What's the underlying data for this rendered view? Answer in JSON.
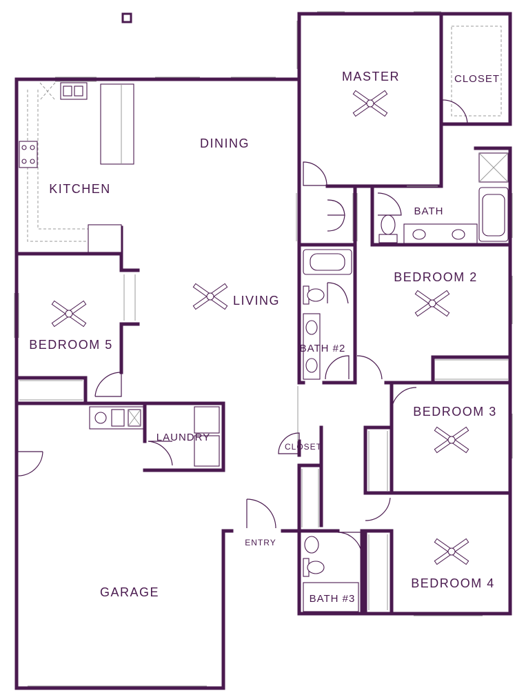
{
  "rooms": {
    "master": "MASTER",
    "closet_master": "CLOSET",
    "dining": "DINING",
    "kitchen": "KITCHEN",
    "bath_master": "BATH",
    "bedroom2": "BEDROOM 2",
    "living": "LIVING",
    "bedroom5": "BEDROOM 5",
    "bath2": "BATH #2",
    "bedroom3": "BEDROOM 3",
    "laundry": "LAUNDRY",
    "closet_hall": "CLOSET",
    "entry": "ENTRY",
    "garage": "GARAGE",
    "bath3": "BATH #3",
    "bedroom4": "BEDROOM 4"
  },
  "colors": {
    "wall": "#4a1a4f",
    "background": "#ffffff",
    "dashed_lines": "#9a9a9a"
  }
}
